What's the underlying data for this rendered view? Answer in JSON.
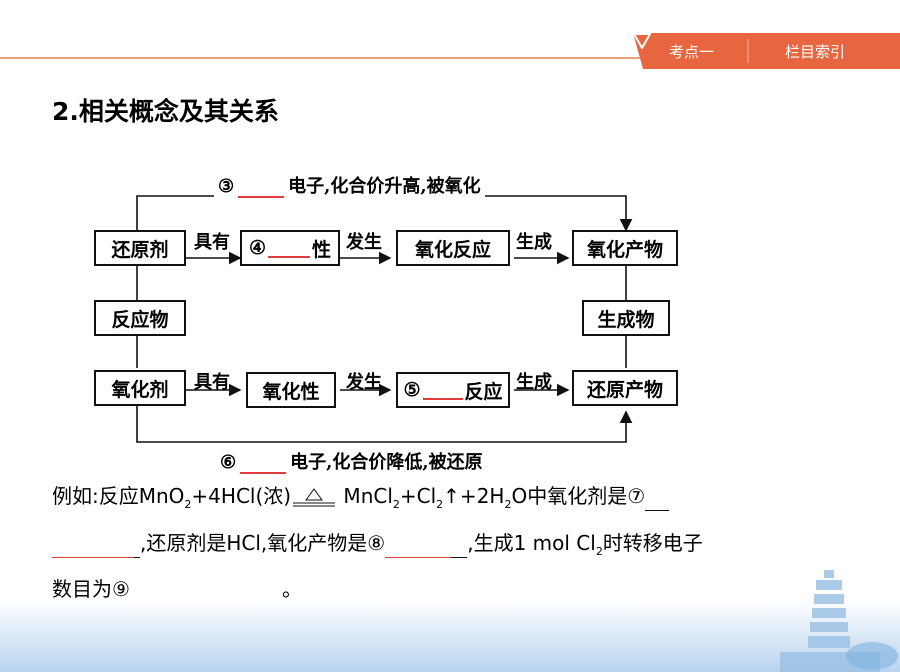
{
  "header": {
    "tab_kaodian": "考点一",
    "tab_index": "栏目索引",
    "tab_icon": "triangle-down-icon",
    "accent_color": "#e8663f"
  },
  "heading": "2.相关概念及其关系",
  "diagram": {
    "top_label_num": "③",
    "top_label_text": "电子,化合价升高,被氧化",
    "bottom_label_num": "⑥",
    "bottom_label_text": "电子,化合价降低,被还原",
    "box_reductant": "还原剂",
    "box_reducing_prop_num": "④",
    "box_reducing_prop_suffix": "性",
    "box_oxidation_reaction": "氧化反应",
    "box_oxidation_product": "氧化产物",
    "box_reactant": "反应物",
    "box_product": "生成物",
    "box_oxidant": "氧化剂",
    "box_oxidizing_prop": "氧化性",
    "box_reduction_reaction_num": "⑤",
    "box_reduction_reaction_suffix": "反应",
    "box_reduction_product": "还原产物",
    "arrow_has_1": "具有",
    "arrow_occur_1": "发生",
    "arrow_form_1": "生成",
    "arrow_has_2": "具有",
    "arrow_occur_2": "发生",
    "arrow_form_2": "生成"
  },
  "example": {
    "line1_a": "例如:反应MnO",
    "line1_sub1": "2",
    "line1_b": "+4HCl(浓)",
    "line1_c": " MnCl",
    "line1_sub2": "2",
    "line1_d": "+Cl",
    "line1_sub3": "2",
    "line1_e": "↑+2H",
    "line1_sub4": "2",
    "line1_f": "O中氧化剂是⑦",
    "line2_a": ",还原剂是HCl,氧化产物是⑧",
    "line2_b": ",生成1 mol Cl",
    "line2_sub": "2",
    "line2_c": "时转移电子",
    "line3_a": "数目为⑨",
    "line3_b": "。"
  }
}
